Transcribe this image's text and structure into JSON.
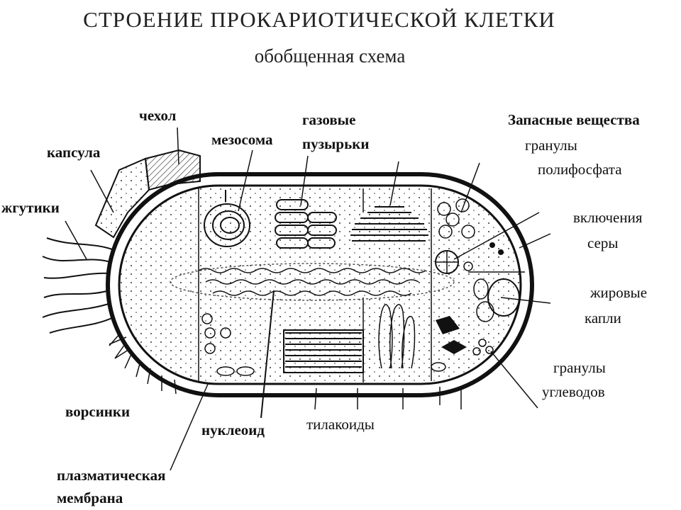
{
  "title": "СТРОЕНИЕ ПРОКАРИОТИЧЕСКОЙ КЛЕТКИ",
  "subtitle": "обобщенная схема",
  "labels": {
    "chekhol": "чехол",
    "kapsula": "капсула",
    "zhgutiki": "жгутики",
    "mezosoma": "мезосома",
    "gazovye_1": "газовые",
    "gazovye_2": "пузырьки",
    "zapasnye": "Запасные вещества",
    "polifosfat_1": "гранулы",
    "polifosfat_2": "полифосфата",
    "sera_1": "включения",
    "sera_2": "серы",
    "zhir_1": "жировые",
    "zhir_2": "капли",
    "uglevody_1": "гранулы",
    "uglevody_2": "углеводов",
    "vorsinki": "ворсинки",
    "nukleoid": "нуклеоид",
    "tilakoidy": "тилакоиды",
    "membrana_1": "плазматическая",
    "membrana_2": "мембрана"
  }
}
